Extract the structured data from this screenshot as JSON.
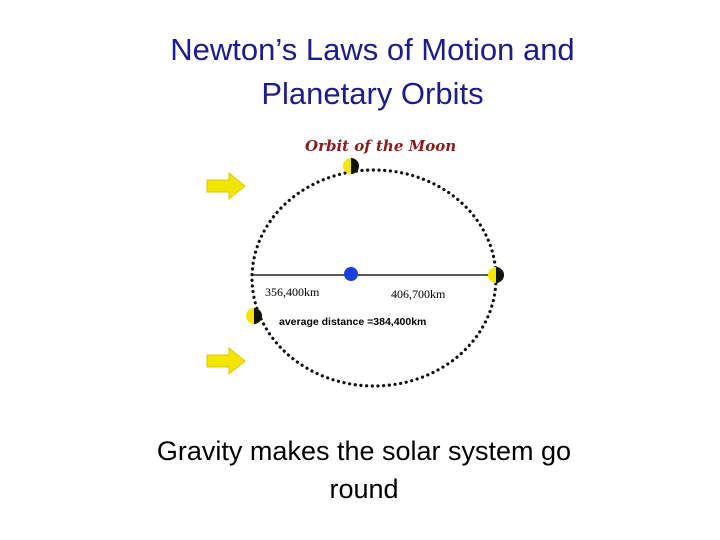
{
  "slide": {
    "title_line1": "Newton’s Laws of Motion and",
    "title_line2": "Planetary Orbits",
    "caption_line1": "Gravity makes the solar system go",
    "caption_line2": "round"
  },
  "diagram": {
    "title": "Orbit of the Moon",
    "perigee_label": "356,400km",
    "apogee_label": "406,700km",
    "average_label": "average distance =384,400km",
    "colors": {
      "title": "#8a1c1c",
      "earth": "#1a3fe0",
      "moon_lit": "#f2e600",
      "moon_dark": "#111111",
      "arrow": "#f2e600",
      "orbit": "#111111"
    },
    "icons": [
      "earth-icon",
      "moon-phase-icon",
      "right-arrow-icon"
    ]
  }
}
